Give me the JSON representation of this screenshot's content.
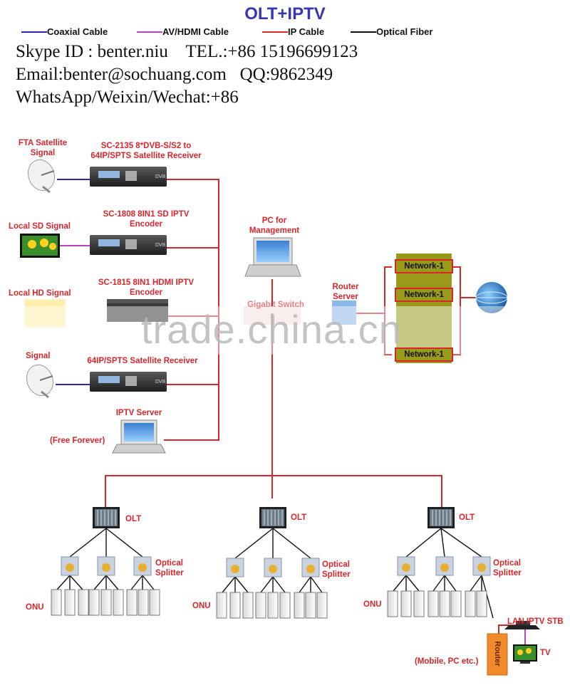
{
  "title": "OLT+IPTV",
  "legend": [
    {
      "label": "Coaxial Cable",
      "color": "#2a2aa8"
    },
    {
      "label": "AV/HDMI Cable",
      "color": "#c040c0"
    },
    {
      "label": "IP Cable",
      "color": "#d8262b"
    },
    {
      "label": "Optical Fiber",
      "color": "#111111"
    }
  ],
  "contact": {
    "line1": "Skype ID : benter.niu    TEL.:+86 15196699123",
    "line2": "Email:benter@sochuang.com   QQ:9862349",
    "line3": "WhatsApp/Weixin/Wechat:+86"
  },
  "sources": {
    "fta_satellite": "FTA Satellite\nSignal",
    "local_sd": "Local SD Signal",
    "local_hd": "Local HD Signal",
    "signal": "Signal"
  },
  "devices": {
    "sc2135": "SC-2135 8*DVB-S/S2 to\n64IP/SPTS Satellite Receiver",
    "sc1808": "SC-1808 8IN1 SD IPTV\nEncoder",
    "sc1815": "SC-1815 8IN1 HDMI IPTV\nEncoder",
    "receiver2": "64IP/SPTS Satellite Receiver",
    "iptv_server": "IPTV Server",
    "free_forever": "(Free Forever)",
    "pc_management": "PC for\nManagement",
    "gigabit_switch": "Gigabit Switch",
    "router_server": "Router\nServer"
  },
  "networks": [
    "Network-1",
    "Network-1",
    "Network-1"
  ],
  "olt_label": "OLT",
  "splitter_label": "Optical\nSplitter",
  "onu_label": "ONU",
  "lan_stb": "LAN IPTV STB",
  "router_label": "Router",
  "tv_label": "TV",
  "mobile_pc": "(Mobile, PC etc.)",
  "watermark": "trade.china.cn",
  "colors": {
    "ip": "#d8262b",
    "coax": "#2a2aa8",
    "av": "#c040c0",
    "fiber": "#111111",
    "network_box": "#9a9a1a",
    "router_box": "#f08a2a"
  }
}
